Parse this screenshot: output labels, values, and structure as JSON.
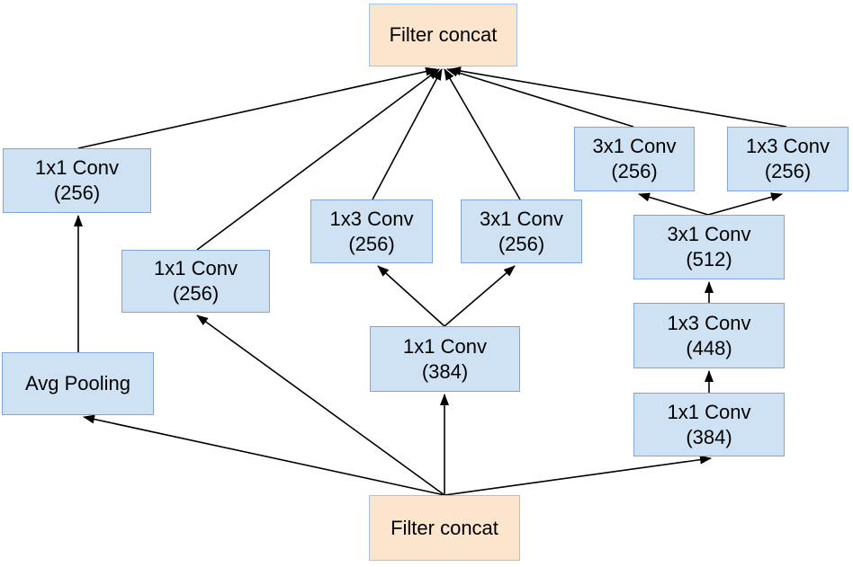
{
  "nodes": {
    "concat_top": {
      "label": "Filter concat"
    },
    "conv_left": {
      "op": "1x1 Conv",
      "channels": "(256)"
    },
    "conv_left2": {
      "op": "1x1 Conv",
      "channels": "(256)"
    },
    "avg_pool": {
      "label": "Avg Pooling"
    },
    "conv_mid_1x3": {
      "op": "1x3 Conv",
      "channels": "(256)"
    },
    "conv_mid_3x1": {
      "op": "3x1 Conv",
      "channels": "(256)"
    },
    "conv_mid_1x1": {
      "op": "1x1 Conv",
      "channels": "(384)"
    },
    "conv_right_3x1_top": {
      "op": "3x1 Conv",
      "channels": "(256)"
    },
    "conv_right_1x3_top": {
      "op": "1x3 Conv",
      "channels": "(256)"
    },
    "conv_right_512": {
      "op": "3x1 Conv",
      "channels": "(512)"
    },
    "conv_right_448": {
      "op": "1x3 Conv",
      "channels": "(448)"
    },
    "conv_right_384": {
      "op": "1x1 Conv",
      "channels": "(384)"
    },
    "concat_bottom": {
      "label": "Filter concat"
    }
  },
  "edges": [
    {
      "from": "concat_bottom",
      "to": "avg_pool"
    },
    {
      "from": "concat_bottom",
      "to": "conv_left2"
    },
    {
      "from": "concat_bottom",
      "to": "conv_mid_1x1"
    },
    {
      "from": "concat_bottom",
      "to": "conv_right_384"
    },
    {
      "from": "avg_pool",
      "to": "conv_left"
    },
    {
      "from": "conv_left",
      "to": "concat_top"
    },
    {
      "from": "conv_left2",
      "to": "concat_top"
    },
    {
      "from": "conv_mid_1x1",
      "to": "conv_mid_1x3"
    },
    {
      "from": "conv_mid_1x1",
      "to": "conv_mid_3x1"
    },
    {
      "from": "conv_mid_1x3",
      "to": "concat_top"
    },
    {
      "from": "conv_mid_3x1",
      "to": "concat_top"
    },
    {
      "from": "conv_right_384",
      "to": "conv_right_448"
    },
    {
      "from": "conv_right_448",
      "to": "conv_right_512"
    },
    {
      "from": "conv_right_512",
      "to": "conv_right_3x1_top"
    },
    {
      "from": "conv_right_512",
      "to": "conv_right_1x3_top"
    },
    {
      "from": "conv_right_3x1_top",
      "to": "concat_top"
    },
    {
      "from": "conv_right_1x3_top",
      "to": "concat_top"
    }
  ],
  "colors": {
    "conv_fill": "#cfe2f3",
    "conv_border": "#7ea6d8",
    "concat_fill": "#fce5cd",
    "concat_border": "#a4c2e8",
    "edge": "#000000"
  }
}
